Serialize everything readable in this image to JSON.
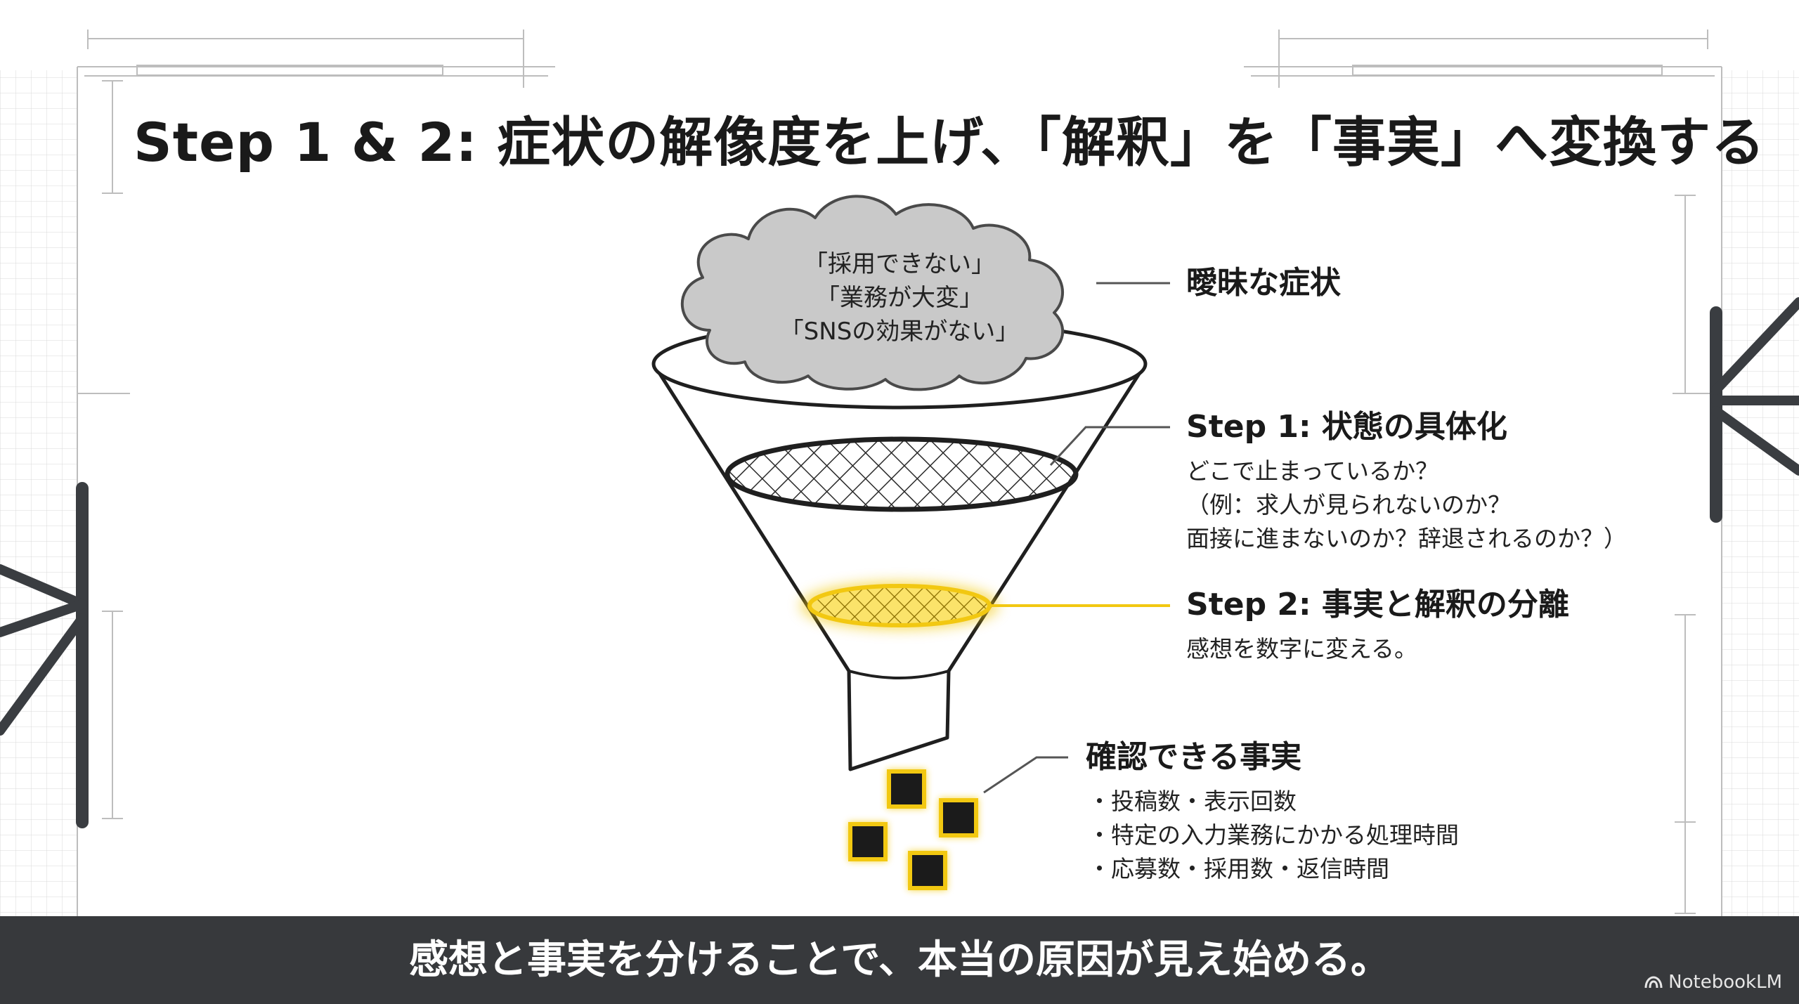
{
  "title": "Step 1 & 2: 症状の解像度を上げ、「解釈」を「事実」へ変換する",
  "cloud": {
    "lines": [
      "「採用できない」",
      "「業務が大変」",
      "「SNSの効果がない」"
    ]
  },
  "labels": {
    "vague": "曖昧な症状",
    "step1": {
      "heading": "Step 1: 状態の具体化",
      "lines": [
        "どこで止まっているか？",
        "（例：求人が見られないのか？",
        "面接に進まないのか？辞退されるのか？）"
      ]
    },
    "step2": {
      "heading": "Step 2: 事実と解釈の分離",
      "lines": [
        "感想を数字に変える。"
      ]
    },
    "facts": {
      "heading": "確認できる事実",
      "lines": [
        "・投稿数・表示回数",
        "・特定の入力業務にかかる処理時間",
        "・応募数・採用数・返信時間"
      ]
    }
  },
  "caption": "感想と事実を分けることで、本当の原因が見え始める。",
  "brand": "NotebookLM",
  "colors": {
    "highlight": "#f2c811",
    "caption_bg": "#37393c",
    "ink": "#1a1a1a",
    "cloud_fill": "#c9c9c9"
  }
}
